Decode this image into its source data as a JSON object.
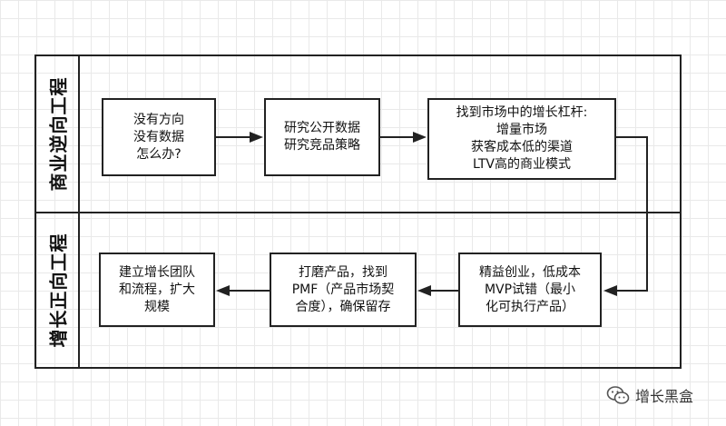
{
  "lanes": {
    "top": "商业逆向工程",
    "bottom": "增长正向工程"
  },
  "boxes": {
    "b1": [
      "没有方向",
      "没有数据",
      "怎么办?"
    ],
    "b2": [
      "研究公开数据",
      "研究竞品策略"
    ],
    "b3": [
      "找到市场中的增长杠杆:",
      "增量市场",
      "获客成本低的渠道",
      "LTV高的商业模式"
    ],
    "b4": [
      "精益创业，低成本",
      "MVP试错（最小",
      "化可执行产品）"
    ],
    "b5": [
      "打磨产品，找到",
      "PMF（产品市场契",
      "合度），确保留存"
    ],
    "b6": [
      "建立增长团队",
      "和流程，扩大",
      "规模"
    ]
  },
  "brand": {
    "name": "增长黑盒",
    "icon": "wechat-icon"
  },
  "colors": {
    "line": "#222222",
    "grid": "#e9e9e9"
  }
}
